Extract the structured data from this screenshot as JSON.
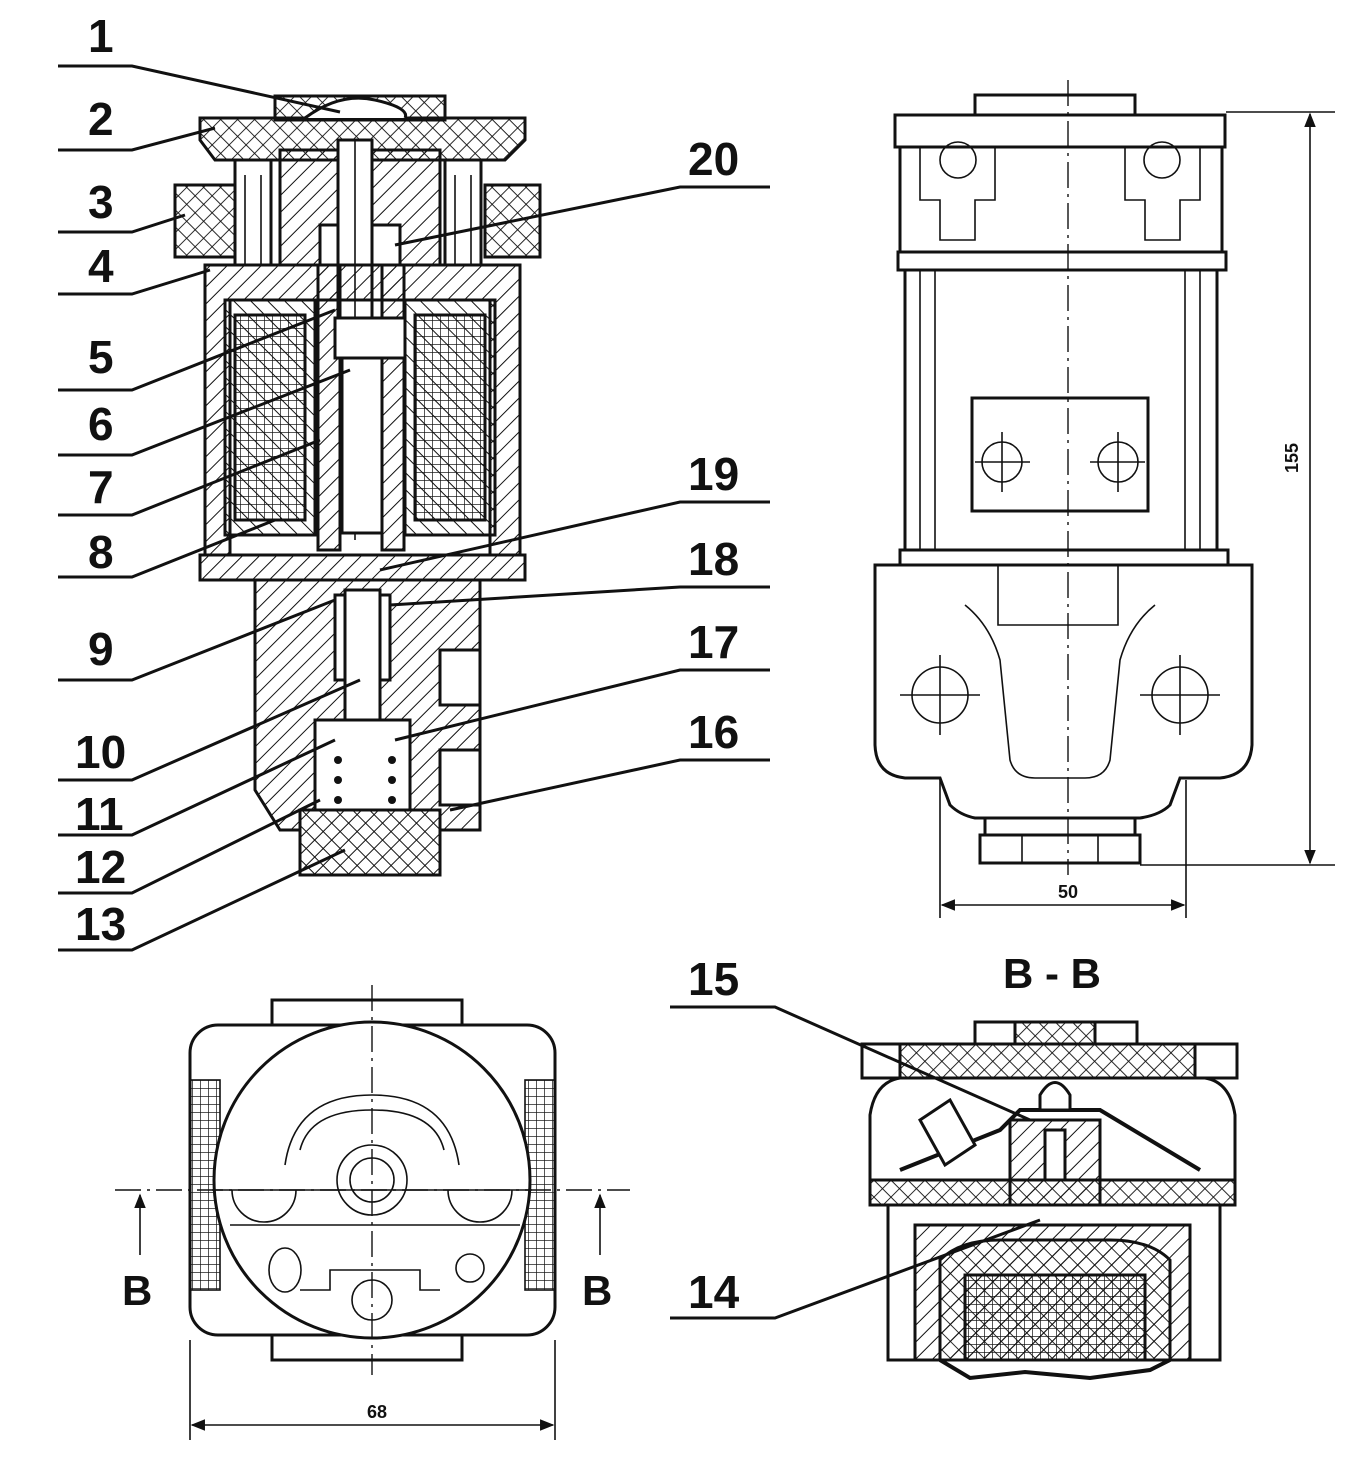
{
  "callouts": [
    "1",
    "2",
    "3",
    "4",
    "5",
    "6",
    "7",
    "8",
    "9",
    "10",
    "11",
    "12",
    "13",
    "20",
    "19",
    "18",
    "17",
    "16",
    "15",
    "14"
  ],
  "dimensions": {
    "height": "155",
    "width_side": "50",
    "width_top": "68"
  },
  "section_title": "B - B",
  "section_marker": "B",
  "colors": {
    "ink": "#111111",
    "paper": "#ffffff"
  }
}
